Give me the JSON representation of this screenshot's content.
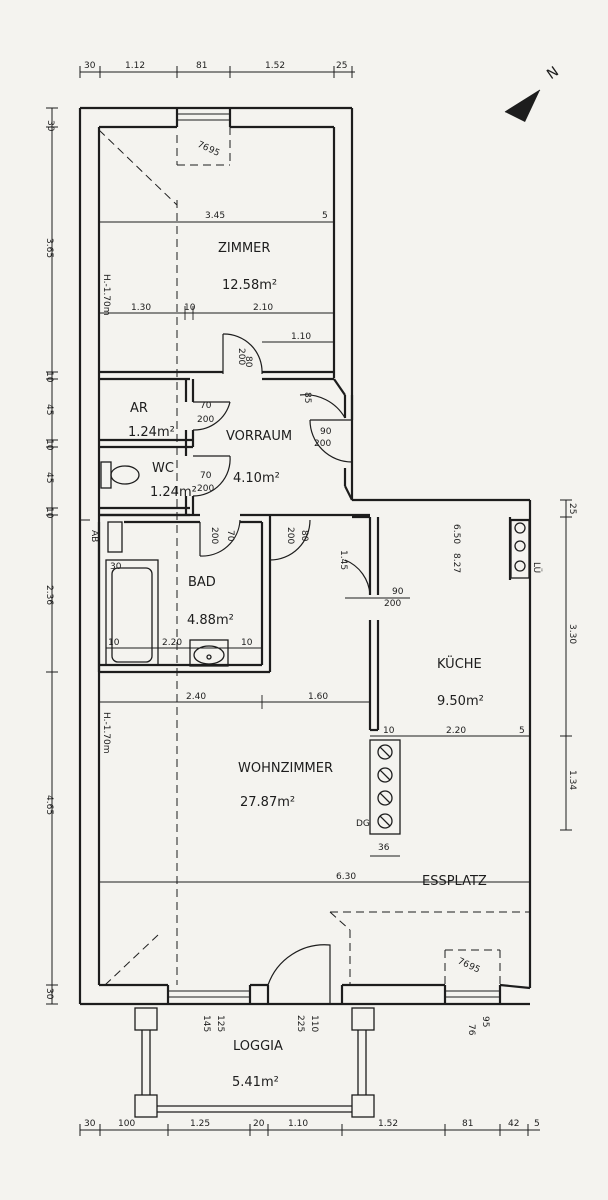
{
  "rooms": {
    "zimmer": {
      "name": "ZIMMER",
      "area": "12.58m²"
    },
    "ar": {
      "name": "AR",
      "area": "1.24m²"
    },
    "vorraum": {
      "name": "VORRAUM",
      "area": "4.10m²"
    },
    "wc": {
      "name": "WC",
      "area": "1.24m²"
    },
    "bad": {
      "name": "BAD",
      "area": "4.88m²"
    },
    "kueche": {
      "name": "KÜCHE",
      "area": "9.50m²"
    },
    "wohnzimmer": {
      "name": "WOHNZIMMER",
      "area": "27.87m²"
    },
    "essplatz": {
      "name": "ESSPLATZ"
    },
    "loggia": {
      "name": "LOGGIA",
      "area": "5.41m²"
    }
  },
  "north_label": "N",
  "top_dimensions": [
    "30",
    "1.12",
    "81",
    "1.52",
    "25"
  ],
  "bottom_dimensions": [
    "30",
    "100",
    "1.25",
    "20",
    "1.10",
    "1.52",
    "81",
    "42",
    "5"
  ],
  "left_dimensions": [
    "30",
    "3.65",
    "10",
    "45",
    "10",
    "45",
    "10",
    "2.36",
    "4.65",
    "30"
  ],
  "right_dimensions": [
    "25",
    "3.30",
    "1.34"
  ],
  "room_heights": [
    "H.-1.70m",
    "H.-1.70m"
  ],
  "inner_dimensions": {
    "zimmer_width": "3.45",
    "zimmer_left": "1.30",
    "zimmer_wall": "10",
    "zimmer_right": "2.10",
    "zimmer_small": "1.10",
    "zimmer_5": "5",
    "bad_10a": "10",
    "bad_220": "2.20",
    "bad_10b": "10",
    "bad_30": "30",
    "wohn_240": "2.40",
    "wohn_160": "1.60",
    "kueche_10": "10",
    "kueche_220": "2.20",
    "kueche_5": "5",
    "kueche_145": "1.45",
    "ess_630": "6.30",
    "dg_width": "36",
    "dg_label": "DG",
    "ab_label": "AB",
    "lue_label": "LÜ"
  },
  "doors": [
    {
      "w": "80",
      "h": "200"
    },
    {
      "w": "85",
      "h": ""
    },
    {
      "w": "70",
      "h": "200"
    },
    {
      "w": "90",
      "h": "200"
    },
    {
      "w": "70",
      "h": "200"
    },
    {
      "w": "70",
      "h": "200"
    },
    {
      "w": "80",
      "h": "200"
    },
    {
      "w": "90",
      "h": "200"
    }
  ],
  "windows": [
    {
      "w": "76",
      "h": "95"
    },
    {
      "w": "76",
      "h": "95"
    },
    {
      "w": "125",
      "h": "145"
    },
    {
      "w": "110",
      "h": "225"
    },
    {
      "w": "95",
      "h": "76"
    }
  ],
  "kitchen_window": {
    "w": "6.50",
    "h": "8.27"
  }
}
